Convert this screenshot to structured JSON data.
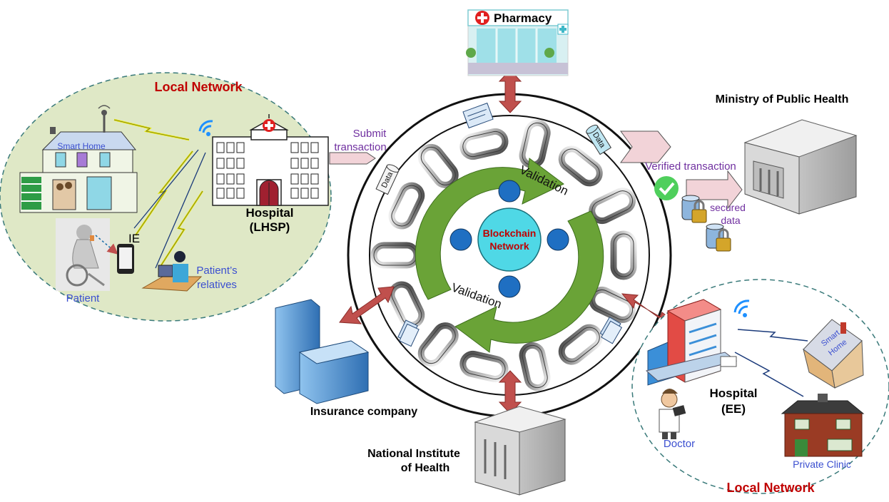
{
  "pharmacy": {
    "label": "Pharmacy"
  },
  "ministry": {
    "label": "Ministry of Public Health"
  },
  "left_network": {
    "title": "Local Network",
    "smart_home": "Smart Home",
    "hospital_name": "Hospital",
    "hospital_code": "(LHSP)",
    "ie": "IE",
    "patient": "Patient",
    "relatives_line1": "Patient’s",
    "relatives_line2": "relatives"
  },
  "submit": {
    "line1": "Submit",
    "line2": "transaction"
  },
  "center": {
    "blockchain_line1": "Blockchain",
    "blockchain_line2": "Network",
    "validation_top": "Validation",
    "validation_bottom": "Validation",
    "data_left": "Data",
    "data_right": "Data"
  },
  "verified": {
    "label": "Verified transaction",
    "secured_line1": "secured",
    "secured_line2": "data"
  },
  "insurance": {
    "label": "Insurance company"
  },
  "nih": {
    "line1": "National Institute",
    "line2": "of Health"
  },
  "right_network": {
    "title": "Local Network",
    "smart_home_line1": "Smart",
    "smart_home_line2": "Home",
    "hospital_name": "Hospital",
    "hospital_code": "(EE)",
    "doctor": "Doctor",
    "private_clinic": "Private Clinic"
  },
  "colors": {
    "network_fill": "#dfe8c6",
    "title_red": "#c00000",
    "arrow_red": "#c0504d",
    "validation_green": "#6aa337",
    "node_blue": "#1f6fc2",
    "hub_cyan": "#4fd8e6",
    "label_blue": "#3b4fd0",
    "submit_purple": "#7030a0"
  }
}
